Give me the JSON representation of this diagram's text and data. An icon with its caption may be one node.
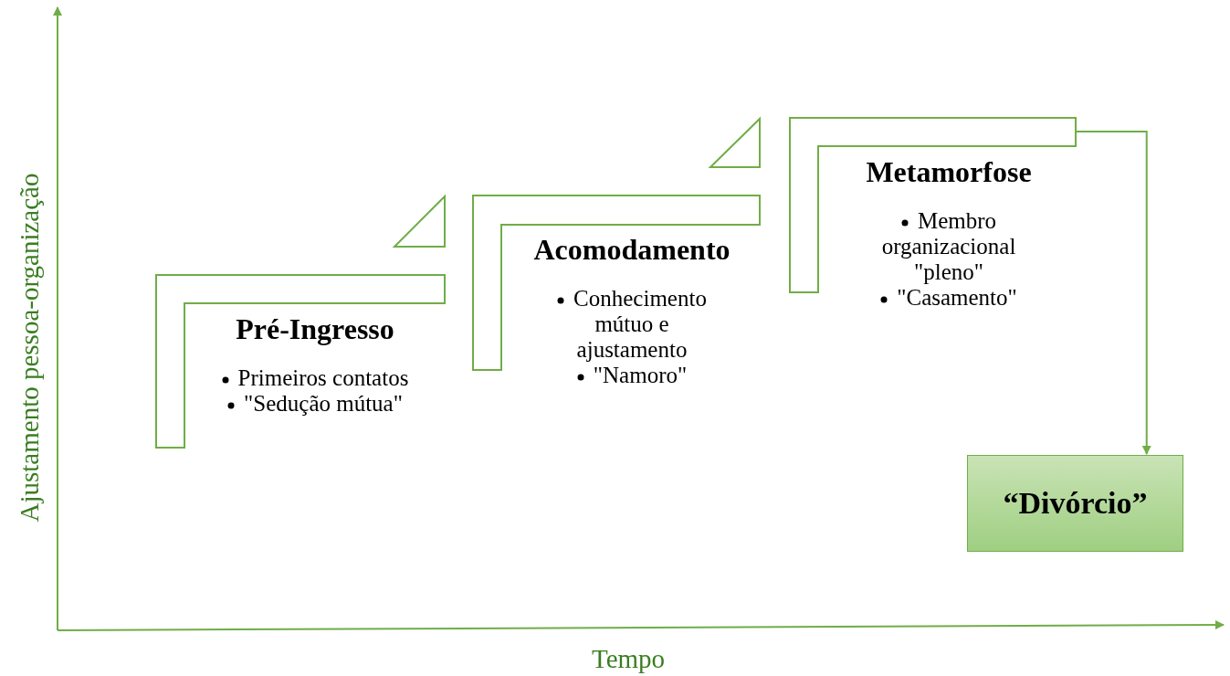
{
  "diagram": {
    "nodes": [
      {
        "text": [
          "Pré-Ingresso",
          "Primeiros contatos",
          "\"Sedução mútua\""
        ]
      },
      {
        "text": [
          "Acomodamento",
          "Conhecimento mútuo e ajustamento",
          "\"Namoro\""
        ]
      },
      {
        "text": [
          "Metamorfose",
          "Membro organizacional \"pleno\"",
          "\"Casamento\""
        ]
      },
      {
        "text": [
          "“Divórcio”"
        ]
      }
    ],
    "edges": [
      {
        "from": 2,
        "to": 3,
        "arrow": "to"
      }
    ],
    "labels": [
      "Ajustamento pessoa-organização",
      "Tempo"
    ]
  }
}
